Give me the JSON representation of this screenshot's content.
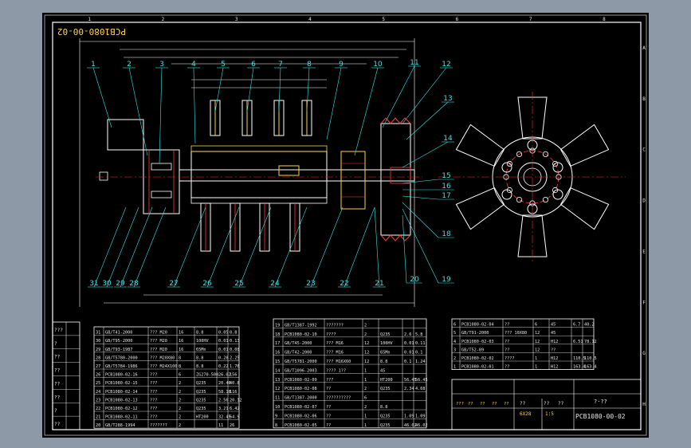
{
  "drawing": {
    "mirror_code": "PCB1080-00-02",
    "title_code": "PCB1080-00-02",
    "title_name": "?·??",
    "material": "6X28"
  },
  "border": {
    "columns": [
      "1",
      "2",
      "3",
      "4",
      "5",
      "6",
      "7",
      "8"
    ],
    "rows": [
      "A",
      "B",
      "C",
      "D",
      "E",
      "F",
      "G",
      "H"
    ]
  },
  "callouts_top": [
    "1",
    "2",
    "3",
    "4",
    "5",
    "6",
    "7",
    "8",
    "9",
    "10",
    "11",
    "12",
    "13",
    "14"
  ],
  "callouts_right": [
    "15",
    "16",
    "17",
    "18",
    "19",
    "20"
  ],
  "callouts_bottom": [
    "31",
    "30",
    "29",
    "28",
    "27",
    "26",
    "25",
    "24",
    "23",
    "22",
    "21"
  ],
  "left_labels": [
    "???",
    "?",
    "??",
    "??",
    "??",
    "??",
    "?",
    "??"
  ],
  "bom_left": [
    {
      "no": "31",
      "code": "GB/T41-2000",
      "name": "??? M20",
      "qty": "16",
      "mat": "8.8",
      "w1": "0.05",
      "w2": "0.8"
    },
    {
      "no": "30",
      "code": "GB/T95-2000",
      "name": "??? M20",
      "qty": "16",
      "mat": "100HV",
      "w1": "0.01",
      "w2": "0.13"
    },
    {
      "no": "29",
      "code": "GB/T93-1987",
      "name": "??? M20",
      "qty": "16",
      "mat": "65Mn",
      "w1": "0.01",
      "w2": "0.08"
    },
    {
      "no": "28",
      "code": "GB/T5780-2000",
      "name": "??? M20X80",
      "qty": "8",
      "mat": "8.8",
      "w1": "0.28",
      "w2": "2.25"
    },
    {
      "no": "27",
      "code": "GB/T5784-1986",
      "name": "??? M24X100",
      "qty": "8",
      "mat": "8.8",
      "w1": "0.22",
      "w2": "1.76"
    },
    {
      "no": "26",
      "code": "PCB1080-02-16",
      "name": "???",
      "qty": "6",
      "mat": "ZG270-500",
      "w1": "26.02",
      "w2": "156"
    },
    {
      "no": "25",
      "code": "PCB1080-02-15",
      "name": "???",
      "qty": "2",
      "mat": "Q235",
      "w1": "20.40",
      "w2": "40.8"
    },
    {
      "no": "24",
      "code": "PCB1080-02-14",
      "name": "???",
      "qty": "2",
      "mat": "Q235",
      "w1": "58.18",
      "w2": "116"
    },
    {
      "no": "23",
      "code": "PCB1080-02-13",
      "name": "???",
      "qty": "2",
      "mat": "Q235",
      "w1": "2.56",
      "w2": "20.12"
    },
    {
      "no": "22",
      "code": "PCB1080-02-12",
      "name": "???",
      "qty": "2",
      "mat": "Q235",
      "w1": "3.21",
      "w2": "6.42"
    },
    {
      "no": "21",
      "code": "PCB1080-02-11",
      "name": "???",
      "qty": "2",
      "mat": "HT200",
      "w1": "32.45",
      "w2": "64.9"
    },
    {
      "no": "20",
      "code": "GB/T288-1994",
      "name": "???????",
      "qty": "2",
      "mat": "",
      "w1": "11",
      "w2": "26"
    }
  ],
  "bom_mid": [
    {
      "no": "19",
      "code": "GB/T1387-1992",
      "name": "???????",
      "qty": "2",
      "mat": "",
      "w1": "",
      "w2": ""
    },
    {
      "no": "18",
      "code": "PCB1080-02-10",
      "name": "????",
      "qty": "2",
      "mat": "Q235",
      "w1": "2.6",
      "w2": "5.8"
    },
    {
      "no": "17",
      "code": "GB/T45-2000",
      "name": "??? M16",
      "qty": "12",
      "mat": "100HV",
      "w1": "0.01",
      "w2": "0.11"
    },
    {
      "no": "16",
      "code": "GB/T42-2000",
      "name": "??? M16",
      "qty": "12",
      "mat": "65Mn",
      "w1": "0.01",
      "w2": "0.1"
    },
    {
      "no": "15",
      "code": "GB/T5781-2000",
      "name": "??? M16X60",
      "qty": "12",
      "mat": "8.8",
      "w1": "0.1",
      "w2": "1.24"
    },
    {
      "no": "14",
      "code": "GB/T1096-2003",
      "name": "???? 1??",
      "qty": "1",
      "mat": "45",
      "w1": "",
      "w2": ""
    },
    {
      "no": "13",
      "code": "PCB1080-02-09",
      "name": "???",
      "qty": "1",
      "mat": "HT200",
      "w1": "56.45",
      "w2": "56.45"
    },
    {
      "no": "12",
      "code": "PCB1080-02-08",
      "name": "??",
      "qty": "2",
      "mat": "Q235",
      "w1": "2.34",
      "w2": "4.68"
    },
    {
      "no": "11",
      "code": "GB/T1387-2000",
      "name": "??????????",
      "qty": "6",
      "mat": "",
      "w1": "",
      "w2": ""
    },
    {
      "no": "10",
      "code": "PCB1080-02-07",
      "name": "??",
      "qty": "2",
      "mat": "8.8",
      "w1": "",
      "w2": ""
    },
    {
      "no": "9",
      "code": "PCB1080-02-06",
      "name": "??",
      "qty": "1",
      "mat": "Q235",
      "w1": "1.09",
      "w2": "1.09"
    },
    {
      "no": "8",
      "code": "PCB1080-02-05",
      "name": "??",
      "qty": "1",
      "mat": "Q235",
      "w1": "46.02",
      "w2": "46.02"
    }
  ],
  "bom_right": [
    {
      "no": "6",
      "code": "PCB1080-02-04",
      "name": "??",
      "qty": "6",
      "mat": "45",
      "w1": "6.7",
      "w2": "40.2"
    },
    {
      "no": "5",
      "code": "GB/T91-2000",
      "name": "??? 10X80",
      "qty": "12",
      "mat": "45",
      "w1": "",
      "w2": ""
    },
    {
      "no": "4",
      "code": "PCB1080-02-03",
      "name": "??",
      "qty": "12",
      "mat": "H12",
      "w1": "6.51",
      "w2": "78.12"
    },
    {
      "no": "3",
      "code": "GB/T52-89",
      "name": "??",
      "qty": "12",
      "mat": "??",
      "w1": "",
      "w2": ""
    },
    {
      "no": "2",
      "code": "PCB1080-02-02",
      "name": "????",
      "qty": "1",
      "mat": "H12",
      "w1": "110.5",
      "w2": "110.5"
    },
    {
      "no": "1",
      "code": "PCB1080-02-01",
      "name": "??",
      "qty": "1",
      "mat": "H12",
      "w1": "163.4",
      "w2": "163.4"
    }
  ],
  "title_block": {
    "marks": [
      "???",
      "??",
      "??",
      "??",
      "??"
    ],
    "stage_label": "??",
    "weight_label": "??",
    "ratio_label": "??",
    "stage_value": "1:5"
  },
  "colors": {
    "background": "#8d99a6",
    "paper": "#000000",
    "frame": "#ffffff",
    "outline": "#ffffff",
    "leader": "#2de8e8",
    "centerline": "#ff2b2b",
    "section": "#ff3d3d",
    "highlight": "#ffd24a",
    "tag": "#2bd42b"
  }
}
